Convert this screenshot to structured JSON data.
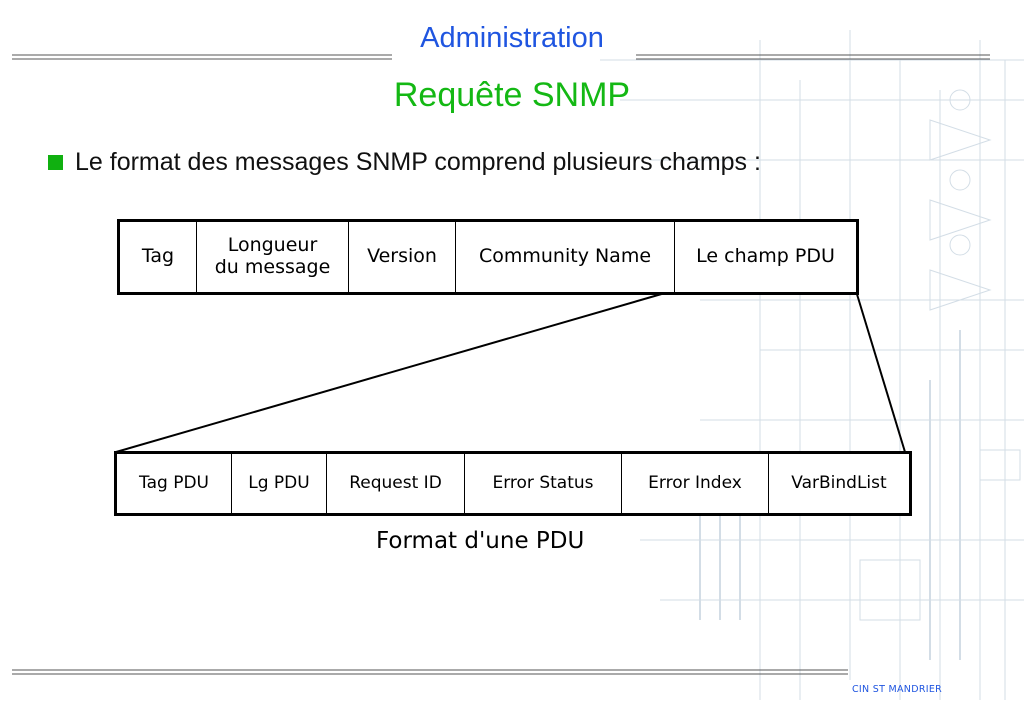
{
  "header": {
    "title": "Administration"
  },
  "slide": {
    "subtitle": "Requête SNMP",
    "bullet": "Le format des messages  SNMP comprend plusieurs champs :"
  },
  "message_fields": [
    {
      "line1": "Tag",
      "line2": ""
    },
    {
      "line1": "Longueur",
      "line2": "du message"
    },
    {
      "line1": "Version",
      "line2": ""
    },
    {
      "line1": "Community Name",
      "line2": ""
    },
    {
      "line1": "Le champ PDU",
      "line2": ""
    }
  ],
  "pdu_fields": [
    "Tag PDU",
    "Lg PDU",
    "Request ID",
    "Error Status",
    "Error Index",
    "VarBindList"
  ],
  "caption": "Format d'une PDU",
  "footer": {
    "text": "CIN ST MANDRIER"
  },
  "colors": {
    "title_blue": "#1f55e0",
    "subtitle_green": "#14b814",
    "bullet_green": "#10b010"
  }
}
